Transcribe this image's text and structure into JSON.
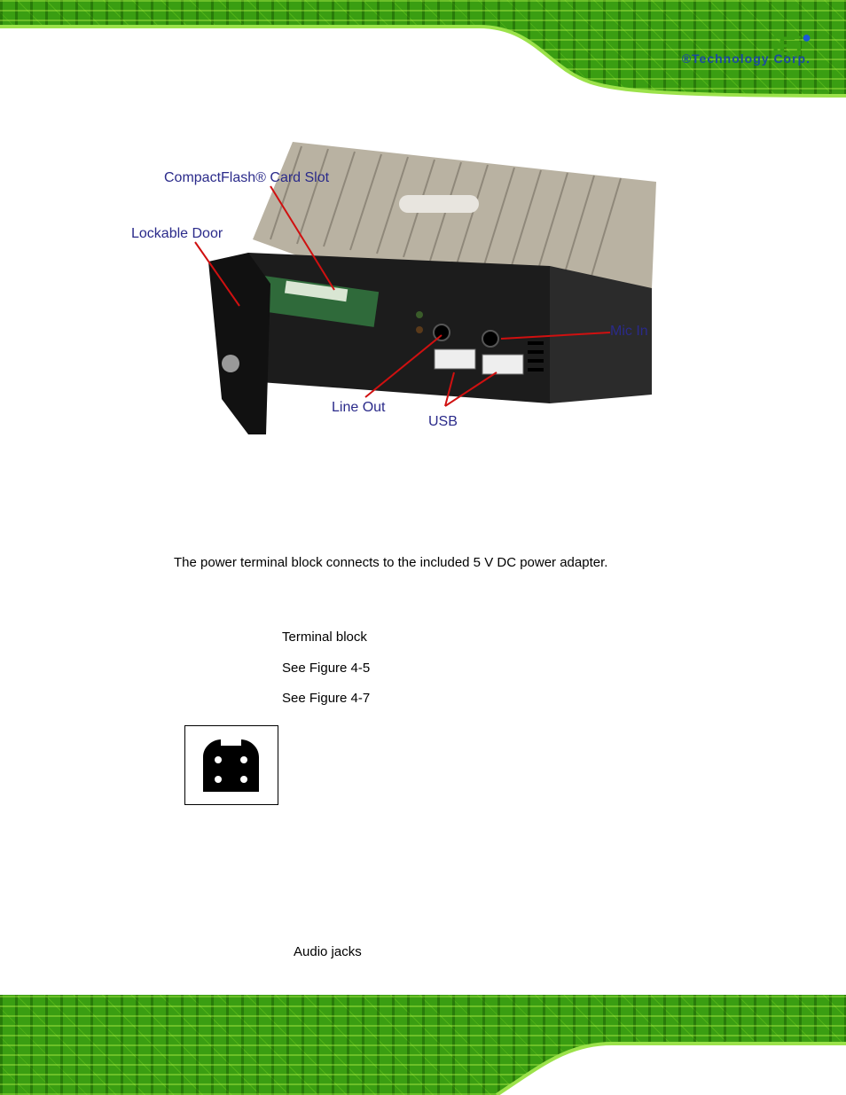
{
  "header": {
    "brand_logo": "iEi",
    "brand_name": "®Technology Corp."
  },
  "figure": {
    "callouts": {
      "cf_slot": "CompactFlash® Card Slot",
      "lockable_door": "Lockable Door",
      "mic_in": "Mic In",
      "line_out": "Line Out",
      "usb": "USB"
    }
  },
  "body": {
    "power_description": "The power terminal block connects to the included 5 V DC power adapter.",
    "connector_type": "Terminal block",
    "location_ref": "See Figure 4-5",
    "pinout_ref": "See Figure 4-7",
    "next_section_item": "Audio jacks"
  },
  "colors": {
    "brand_green": "#3a9e12",
    "callout_text": "#2a2a8a",
    "callout_line": "#d01010"
  }
}
